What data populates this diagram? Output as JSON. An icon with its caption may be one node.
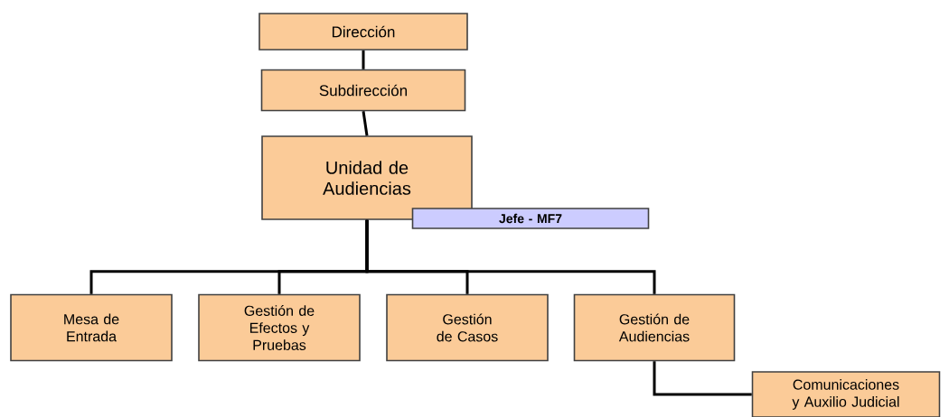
{
  "diagram": {
    "nodes": [
      {
        "text": [
          "Dirección"
        ]
      },
      {
        "text": [
          "Subdirección"
        ]
      },
      {
        "text": [
          "Unidad de Audiencias"
        ]
      },
      {
        "text": [
          "Jefe - MF7"
        ]
      },
      {
        "text": [
          "Mesa de Entrada"
        ]
      },
      {
        "text": [
          "Gestión de Efectos y Pruebas"
        ]
      },
      {
        "text": [
          "Gestión de Casos"
        ]
      },
      {
        "text": [
          "Gestión de Audiencias"
        ]
      },
      {
        "text": [
          "Comunicaciones y Auxilio Judicial"
        ]
      }
    ],
    "edges": [
      {
        "from": 0,
        "to": 1,
        "arrow": "none"
      },
      {
        "from": 1,
        "to": 2,
        "arrow": "none"
      },
      {
        "from": 2,
        "to": 4,
        "arrow": "none"
      },
      {
        "from": 2,
        "to": 5,
        "arrow": "none"
      },
      {
        "from": 2,
        "to": 6,
        "arrow": "none"
      },
      {
        "from": 2,
        "to": 7,
        "arrow": "none"
      },
      {
        "from": 7,
        "to": 8,
        "arrow": "none"
      }
    ]
  }
}
